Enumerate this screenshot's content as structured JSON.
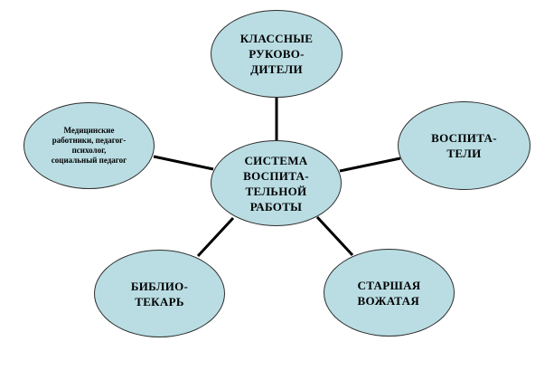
{
  "diagram": {
    "center": {
      "label": "СИСТЕМА\nВОСПИТА-\nТЕЛЬНОЙ\nРАБОТЫ"
    },
    "top": {
      "label": "КЛАССНЫЕ\nРУКОВО-\nДИТЕЛИ"
    },
    "left": {
      "label": "Медицинские\nработники, педагог-\nпсихолог,\nсоциальный педагог"
    },
    "right": {
      "label": "ВОСПИТА-\nТЕЛИ"
    },
    "bottom_left": {
      "label": "БИБЛИО-\nТЕКАРЬ"
    },
    "bottom_right": {
      "label": "СТАРШАЯ\nВОЖАТАЯ"
    },
    "colors": {
      "node_fill": "#b9dde3",
      "node_border": "#2e2e2e",
      "connector": "#000000",
      "background": "#ffffff"
    }
  }
}
